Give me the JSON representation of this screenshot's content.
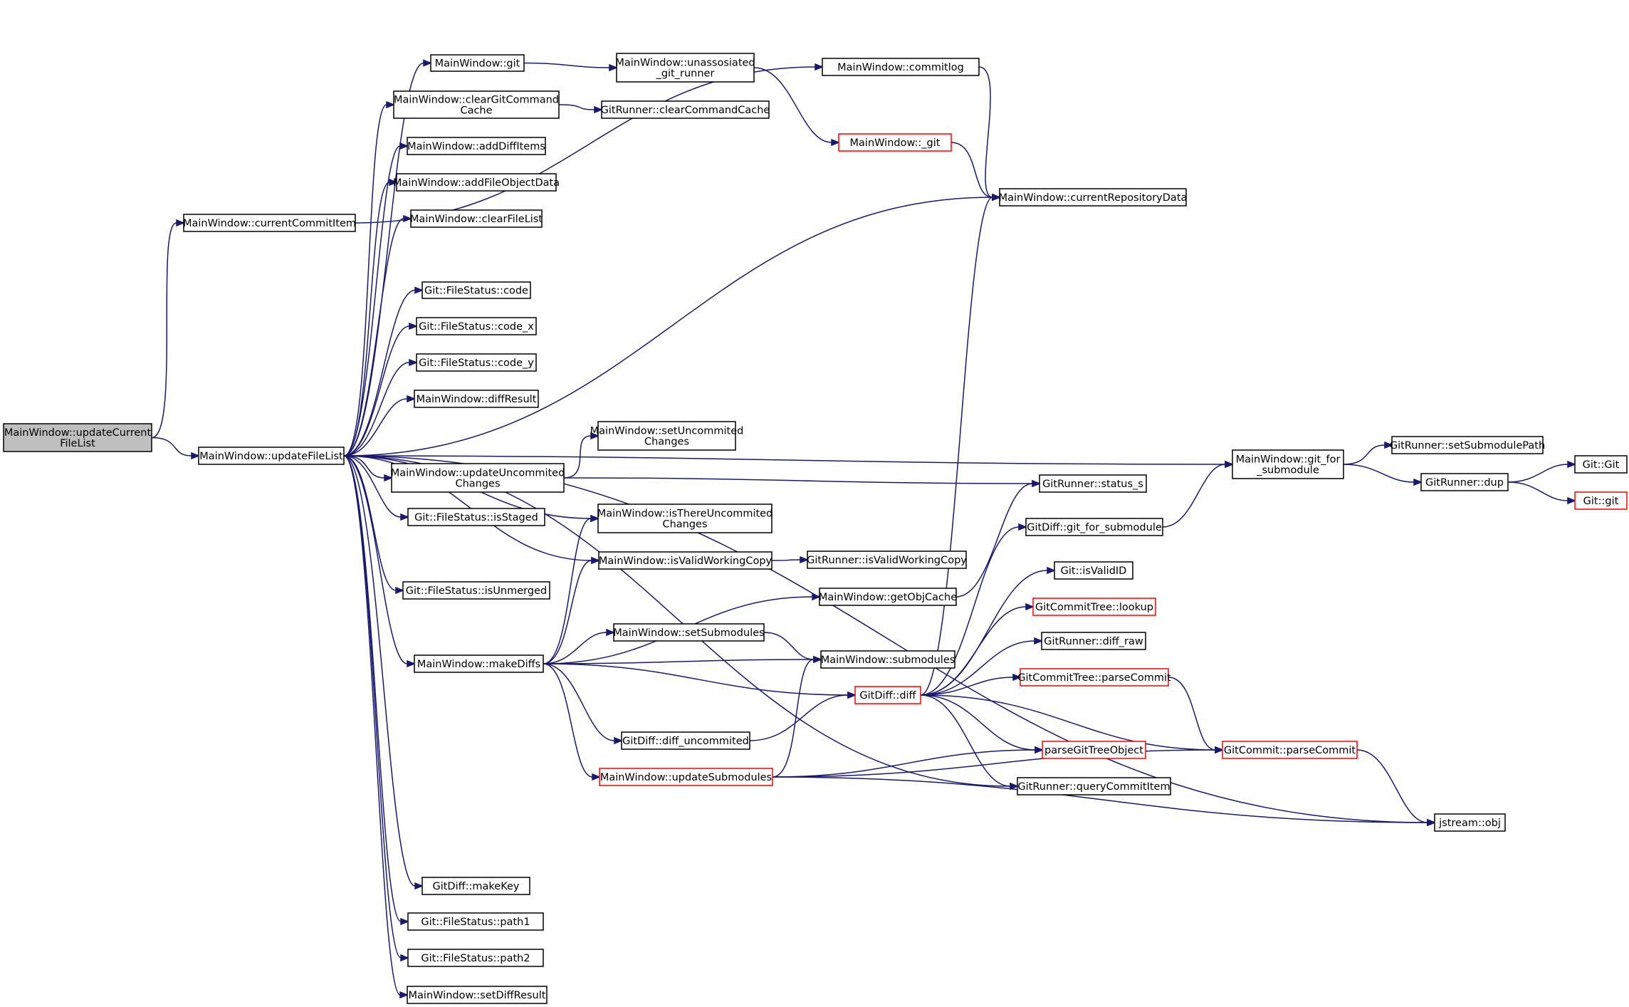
{
  "colors": {
    "edge": "#191970",
    "node_border": "#000000",
    "node_fill": "#ffffff",
    "highlight_fill": "#bfbfbf",
    "truncated_border": "#ff0000"
  },
  "nodes": {
    "updateCurrentFileList": {
      "lines": [
        "MainWindow::updateCurrent",
        "FileList"
      ],
      "style": "focus"
    },
    "currentCommitItem": {
      "lines": [
        "MainWindow::currentCommitItem"
      ],
      "style": "normal"
    },
    "updateFileList": {
      "lines": [
        "MainWindow::updateFileList"
      ],
      "style": "normal"
    },
    "commitlog": {
      "lines": [
        "MainWindow::commitlog"
      ],
      "style": "normal"
    },
    "currentRepositoryData": {
      "lines": [
        "MainWindow::currentRepositoryData"
      ],
      "style": "normal"
    },
    "git": {
      "lines": [
        "MainWindow::git"
      ],
      "style": "normal"
    },
    "unassosiated": {
      "lines": [
        "MainWindow::unassosiated",
        "_git_runner"
      ],
      "style": "normal"
    },
    "_git": {
      "lines": [
        "MainWindow::_git"
      ],
      "style": "truncated"
    },
    "clearGitCommandCache": {
      "lines": [
        "MainWindow::clearGitCommand",
        "Cache"
      ],
      "style": "normal"
    },
    "clearCommandCache": {
      "lines": [
        "GitRunner::clearCommandCache"
      ],
      "style": "normal"
    },
    "addDiffItems": {
      "lines": [
        "MainWindow::addDiffItems"
      ],
      "style": "normal"
    },
    "addFileObjectData": {
      "lines": [
        "MainWindow::addFileObjectData"
      ],
      "style": "normal"
    },
    "clearFileList": {
      "lines": [
        "MainWindow::clearFileList"
      ],
      "style": "normal"
    },
    "code": {
      "lines": [
        "Git::FileStatus::code"
      ],
      "style": "normal"
    },
    "code_x": {
      "lines": [
        "Git::FileStatus::code_x"
      ],
      "style": "normal"
    },
    "code_y": {
      "lines": [
        "Git::FileStatus::code_y"
      ],
      "style": "normal"
    },
    "diffResult": {
      "lines": [
        "MainWindow::diffResult"
      ],
      "style": "normal"
    },
    "git_for_submodule": {
      "lines": [
        "MainWindow::git_for",
        "_submodule"
      ],
      "style": "normal"
    },
    "setSubmodulePath": {
      "lines": [
        "GitRunner::setSubmodulePath"
      ],
      "style": "normal"
    },
    "dup": {
      "lines": [
        "GitRunner::dup"
      ],
      "style": "normal"
    },
    "gitGit": {
      "lines": [
        "Git::Git"
      ],
      "style": "normal"
    },
    "gitgit": {
      "lines": [
        "Git::git"
      ],
      "style": "truncated"
    },
    "setUncommitedChanges": {
      "lines": [
        "MainWindow::setUncommited",
        "Changes"
      ],
      "style": "normal"
    },
    "updateUncommitedChanges": {
      "lines": [
        "MainWindow::updateUncommited",
        "Changes"
      ],
      "style": "normal"
    },
    "status_s": {
      "lines": [
        "GitRunner::status_s"
      ],
      "style": "normal"
    },
    "isStaged": {
      "lines": [
        "Git::FileStatus::isStaged"
      ],
      "style": "normal"
    },
    "isThereUncommitedChanges": {
      "lines": [
        "MainWindow::isThereUncommited",
        "Changes"
      ],
      "style": "normal"
    },
    "gitdiff_git_for_submodule": {
      "lines": [
        "GitDiff::git_for_submodule"
      ],
      "style": "normal"
    },
    "isValidWorkingCopy": {
      "lines": [
        "MainWindow::isValidWorkingCopy"
      ],
      "style": "normal"
    },
    "runnerIsValidWorkingCopy": {
      "lines": [
        "GitRunner::isValidWorkingCopy"
      ],
      "style": "normal"
    },
    "isValidID": {
      "lines": [
        "Git::isValidID"
      ],
      "style": "normal"
    },
    "isUnmerged": {
      "lines": [
        "Git::FileStatus::isUnmerged"
      ],
      "style": "normal"
    },
    "getObjCache": {
      "lines": [
        "MainWindow::getObjCache"
      ],
      "style": "normal"
    },
    "lookup": {
      "lines": [
        "GitCommitTree::lookup"
      ],
      "style": "truncated"
    },
    "setSubmodules": {
      "lines": [
        "MainWindow::setSubmodules"
      ],
      "style": "normal"
    },
    "diff_raw": {
      "lines": [
        "GitRunner::diff_raw"
      ],
      "style": "normal"
    },
    "makeDiffs": {
      "lines": [
        "MainWindow::makeDiffs"
      ],
      "style": "normal"
    },
    "submodules": {
      "lines": [
        "MainWindow::submodules"
      ],
      "style": "normal"
    },
    "treeParseCommit": {
      "lines": [
        "GitCommitTree::parseCommit"
      ],
      "style": "truncated"
    },
    "diff": {
      "lines": [
        "GitDiff::diff"
      ],
      "style": "truncated"
    },
    "diff_uncommited": {
      "lines": [
        "GitDiff::diff_uncommited"
      ],
      "style": "normal"
    },
    "parseGitTreeObject": {
      "lines": [
        "parseGitTreeObject"
      ],
      "style": "truncated"
    },
    "commitParseCommit": {
      "lines": [
        "GitCommit::parseCommit"
      ],
      "style": "truncated"
    },
    "updateSubmodules": {
      "lines": [
        "MainWindow::updateSubmodules"
      ],
      "style": "truncated"
    },
    "queryCommitItem": {
      "lines": [
        "GitRunner::queryCommitItem"
      ],
      "style": "normal"
    },
    "obj": {
      "lines": [
        "jstream::obj"
      ],
      "style": "normal"
    },
    "makeKey": {
      "lines": [
        "GitDiff::makeKey"
      ],
      "style": "normal"
    },
    "path1": {
      "lines": [
        "Git::FileStatus::path1"
      ],
      "style": "normal"
    },
    "path2": {
      "lines": [
        "Git::FileStatus::path2"
      ],
      "style": "normal"
    },
    "setDiffResult": {
      "lines": [
        "MainWindow::setDiffResult"
      ],
      "style": "normal"
    }
  },
  "edges": [
    [
      "updateCurrentFileList",
      "currentCommitItem"
    ],
    [
      "updateCurrentFileList",
      "updateFileList"
    ],
    [
      "currentCommitItem",
      "commitlog"
    ],
    [
      "commitlog",
      "currentRepositoryData"
    ],
    [
      "updateFileList",
      "git"
    ],
    [
      "updateFileList",
      "clearGitCommandCache"
    ],
    [
      "updateFileList",
      "addDiffItems"
    ],
    [
      "updateFileList",
      "addFileObjectData"
    ],
    [
      "updateFileList",
      "clearFileList"
    ],
    [
      "updateFileList",
      "currentRepositoryData"
    ],
    [
      "updateFileList",
      "code"
    ],
    [
      "updateFileList",
      "code_x"
    ],
    [
      "updateFileList",
      "code_y"
    ],
    [
      "updateFileList",
      "diffResult"
    ],
    [
      "updateFileList",
      "git_for_submodule"
    ],
    [
      "updateFileList",
      "updateUncommitedChanges"
    ],
    [
      "updateFileList",
      "isStaged"
    ],
    [
      "updateFileList",
      "isThereUncommitedChanges"
    ],
    [
      "updateFileList",
      "isValidWorkingCopy"
    ],
    [
      "updateFileList",
      "isUnmerged"
    ],
    [
      "updateFileList",
      "makeDiffs"
    ],
    [
      "updateFileList",
      "queryCommitItem"
    ],
    [
      "updateFileList",
      "obj"
    ],
    [
      "updateFileList",
      "makeKey"
    ],
    [
      "updateFileList",
      "path1"
    ],
    [
      "updateFileList",
      "path2"
    ],
    [
      "updateFileList",
      "setDiffResult"
    ],
    [
      "git",
      "unassosiated"
    ],
    [
      "unassosiated",
      "_git"
    ],
    [
      "_git",
      "currentRepositoryData"
    ],
    [
      "clearGitCommandCache",
      "clearCommandCache"
    ],
    [
      "git_for_submodule",
      "setSubmodulePath"
    ],
    [
      "git_for_submodule",
      "dup"
    ],
    [
      "dup",
      "gitGit"
    ],
    [
      "dup",
      "gitgit"
    ],
    [
      "updateUncommitedChanges",
      "setUncommitedChanges"
    ],
    [
      "updateUncommitedChanges",
      "status_s"
    ],
    [
      "isValidWorkingCopy",
      "runnerIsValidWorkingCopy"
    ],
    [
      "makeDiffs",
      "isThereUncommitedChanges"
    ],
    [
      "makeDiffs",
      "isValidWorkingCopy"
    ],
    [
      "makeDiffs",
      "getObjCache"
    ],
    [
      "makeDiffs",
      "setSubmodules"
    ],
    [
      "makeDiffs",
      "submodules"
    ],
    [
      "makeDiffs",
      "diff"
    ],
    [
      "makeDiffs",
      "diff_uncommited"
    ],
    [
      "makeDiffs",
      "updateSubmodules"
    ],
    [
      "getObjCache",
      "status_s"
    ],
    [
      "setSubmodules",
      "submodules"
    ],
    [
      "diff_uncommited",
      "diff"
    ],
    [
      "updateSubmodules",
      "submodules"
    ],
    [
      "updateSubmodules",
      "parseGitTreeObject"
    ],
    [
      "updateSubmodules",
      "commitParseCommit"
    ],
    [
      "updateSubmodules",
      "obj"
    ],
    [
      "diff",
      "currentRepositoryData"
    ],
    [
      "diff",
      "gitdiff_git_for_submodule"
    ],
    [
      "diff",
      "isValidID"
    ],
    [
      "diff",
      "lookup"
    ],
    [
      "diff",
      "diff_raw"
    ],
    [
      "diff",
      "treeParseCommit"
    ],
    [
      "diff",
      "parseGitTreeObject"
    ],
    [
      "diff",
      "commitParseCommit"
    ],
    [
      "diff",
      "queryCommitItem"
    ],
    [
      "gitdiff_git_for_submodule",
      "git_for_submodule"
    ],
    [
      "treeParseCommit",
      "commitParseCommit"
    ],
    [
      "commitParseCommit",
      "obj"
    ]
  ]
}
